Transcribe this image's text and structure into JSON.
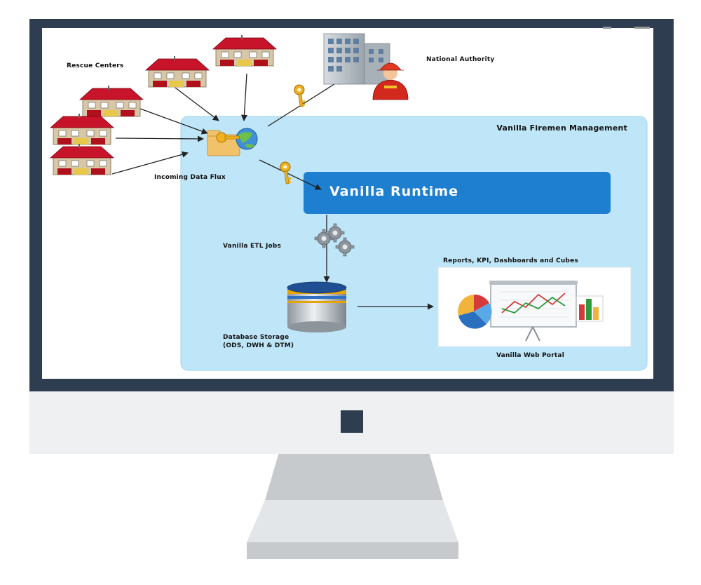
{
  "diagram": {
    "rescue_centers_label": "Rescue Centers",
    "national_authority_label": "National Authority",
    "management_title": "Vanilla Firemen Management",
    "incoming_label": "Incoming Data Flux",
    "runtime_label": "Vanilla Runtime",
    "etl_label": "Vanilla ETL Jobs",
    "reports_label": "Reports, KPI, Dashboards and Cubes",
    "storage_label_line1": "Database Storage",
    "storage_label_line2": "(ODS, DWH & DTM)",
    "portal_label": "Vanilla Web Portal"
  },
  "colors": {
    "monitor_frame": "#2e3d4f",
    "monitor_chin": "#eef0f1",
    "stand": "#c6cacd",
    "panel_fill": "#bfe6f8",
    "runtime_fill": "#1e7fd0",
    "house_roof": "#c8142a",
    "arrow": "#222222"
  },
  "icons": {
    "rescue_center": "fire-station-icon",
    "authority": "office-building-icon",
    "officer": "firefighter-icon",
    "key": "key-icon",
    "hub": "folder-globe-icon",
    "etl": "gears-icon",
    "storage": "database-icon",
    "portal": "presentation-board-icon"
  }
}
